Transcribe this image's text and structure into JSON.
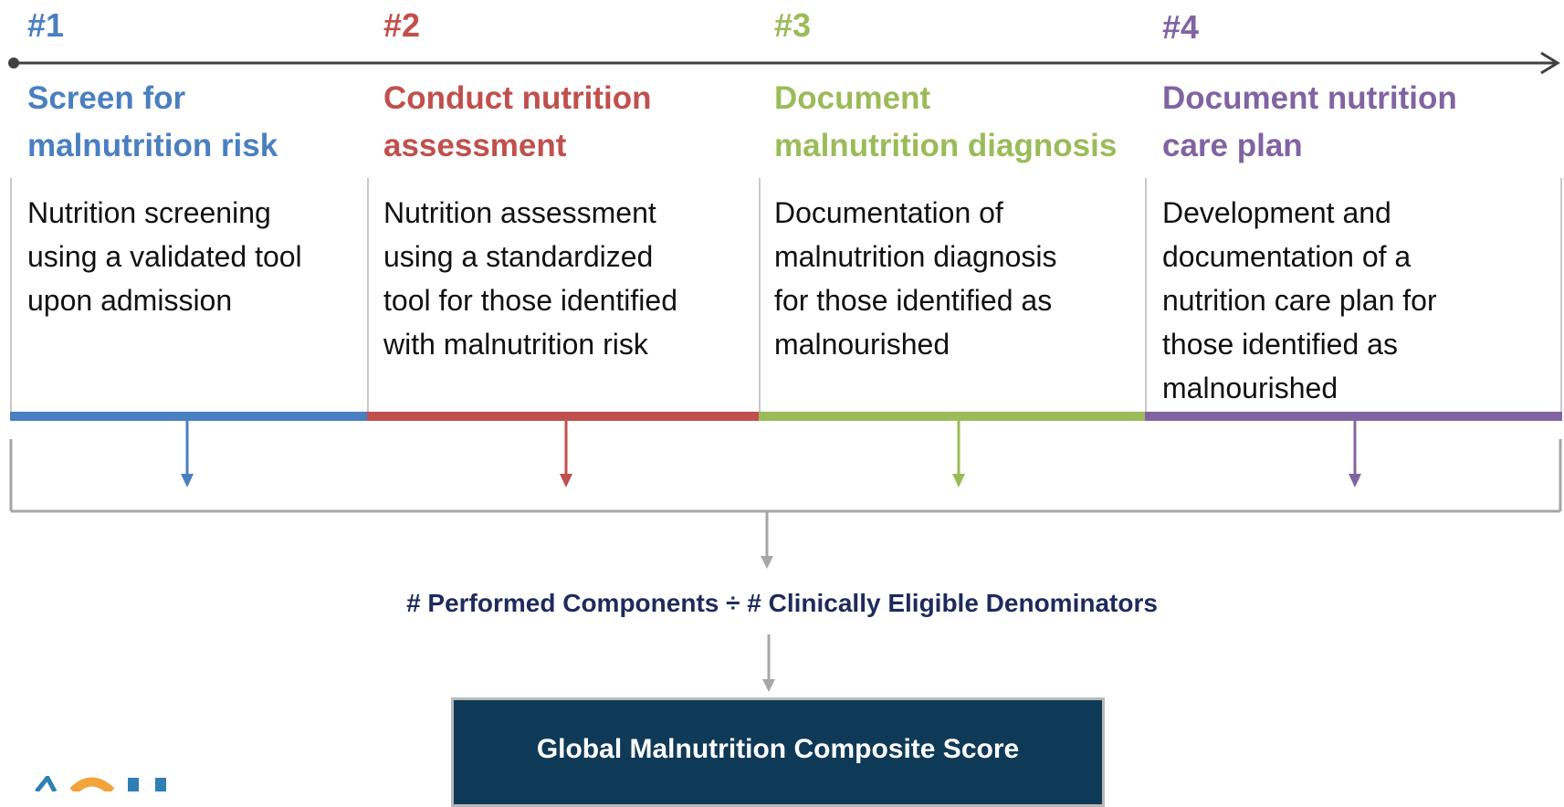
{
  "steps": [
    {
      "number": "#1",
      "title_line1": "Screen for",
      "title_line2": "malnutrition risk",
      "desc_lines": [
        "Nutrition screening",
        "using a validated tool",
        "upon admission"
      ],
      "color": "#4a7fc1"
    },
    {
      "number": "#2",
      "title_line1": "Conduct nutrition",
      "title_line2": "assessment",
      "desc_lines": [
        "Nutrition assessment",
        "using a standardized",
        "tool for those identified",
        "with malnutrition risk"
      ],
      "color": "#c0504d"
    },
    {
      "number": "#3",
      "title_line1": "Document",
      "title_line2": "malnutrition diagnosis",
      "desc_lines": [
        "Documentation of",
        "malnutrition diagnosis",
        "for those identified as",
        "malnourished"
      ],
      "color": "#9bbb59"
    },
    {
      "number": "#4",
      "title_line1": "Document nutrition",
      "title_line2": "care plan",
      "desc_lines": [
        "Development and",
        "documentation of a",
        "nutrition care plan for",
        "those identified as",
        "malnourished"
      ],
      "color": "#8064a2"
    }
  ],
  "formula": "# Performed Components ÷ # Clinically Eligible Denominators",
  "score_box": "Global Malnutrition Composite Score",
  "colors": {
    "timeline": "#404040",
    "connector": "#a6a6a6",
    "box_bg": "#0f3a57",
    "formula_text": "#1f2a5c"
  }
}
